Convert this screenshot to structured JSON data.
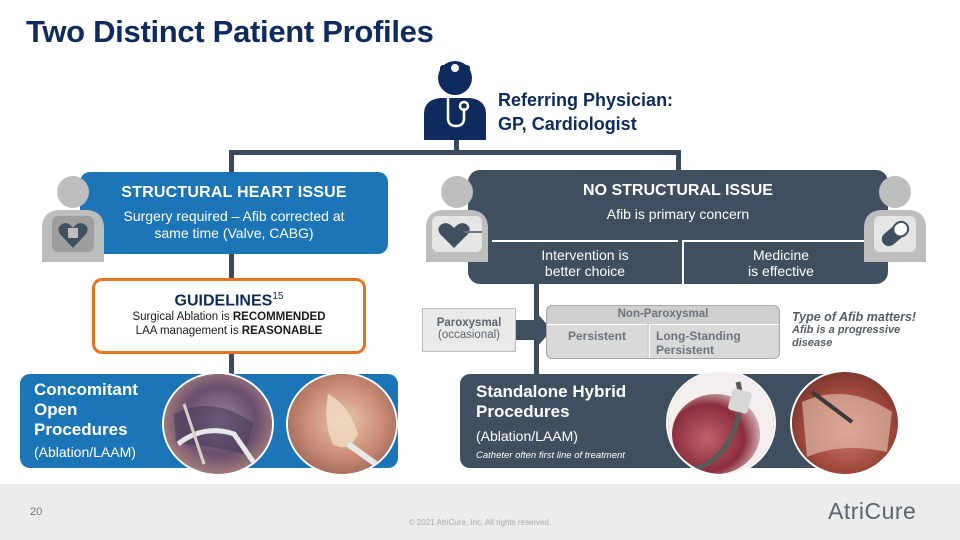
{
  "title": "Two Distinct Patient Profiles",
  "physician": {
    "line1": "Referring Physician:",
    "line2": "GP, Cardiologist",
    "icon": "doctor-icon"
  },
  "structural": {
    "title": "STRUCTURAL HEART ISSUE",
    "line1": "Surgery required – Afib corrected at",
    "line2": "same time (Valve, CABG)",
    "icon": "patient-heart-valve-icon"
  },
  "no_structural": {
    "title": "NO STRUCTURAL ISSUE",
    "subtitle": "Afib is primary concern",
    "option1_line1": "Intervention  is",
    "option1_line2": "better choice",
    "option2_line1": "Medicine",
    "option2_line2": "is effective",
    "icons": [
      "patient-heart-catheter-icon",
      "patient-pill-icon"
    ]
  },
  "guidelines": {
    "title": "GUIDELINES",
    "ref": "15",
    "line1_pre": "Surgical Ablation is ",
    "line1_bold": "RECOMMENDED",
    "line2_pre": "LAA management  is ",
    "line2_bold": "REASONABLE"
  },
  "concomitant": {
    "line1": "Concomitant",
    "line2": "Open",
    "line3": "Procedures",
    "sub": "(Ablation/LAAM)"
  },
  "standalone": {
    "line1": "Standalone Hybrid",
    "line2": "Procedures",
    "sub": "(Ablation/LAAM)",
    "note": "Catheter often first line of treatment"
  },
  "afib_types": {
    "paroxysmal": "Paroxysmal",
    "paroxysmal_sub": "(occasional)",
    "non_paroxysmal": "Non-Paroxysmal",
    "persistent": "Persistent",
    "long_standing_1": "Long-Standing",
    "long_standing_2": "Persistent"
  },
  "afib_note": {
    "line1": "Type of Afib matters!",
    "line2": "Afib is a progressive",
    "line3": "disease"
  },
  "footer": {
    "page": "20",
    "copyright": "© 2021 AtriCure, Inc. All rights reserved.",
    "logo": "AtriCure"
  },
  "colors": {
    "navy": "#0f2a5c",
    "blue": "#1b75b6",
    "slate": "#3f4f5f",
    "orange": "#e8731e"
  }
}
